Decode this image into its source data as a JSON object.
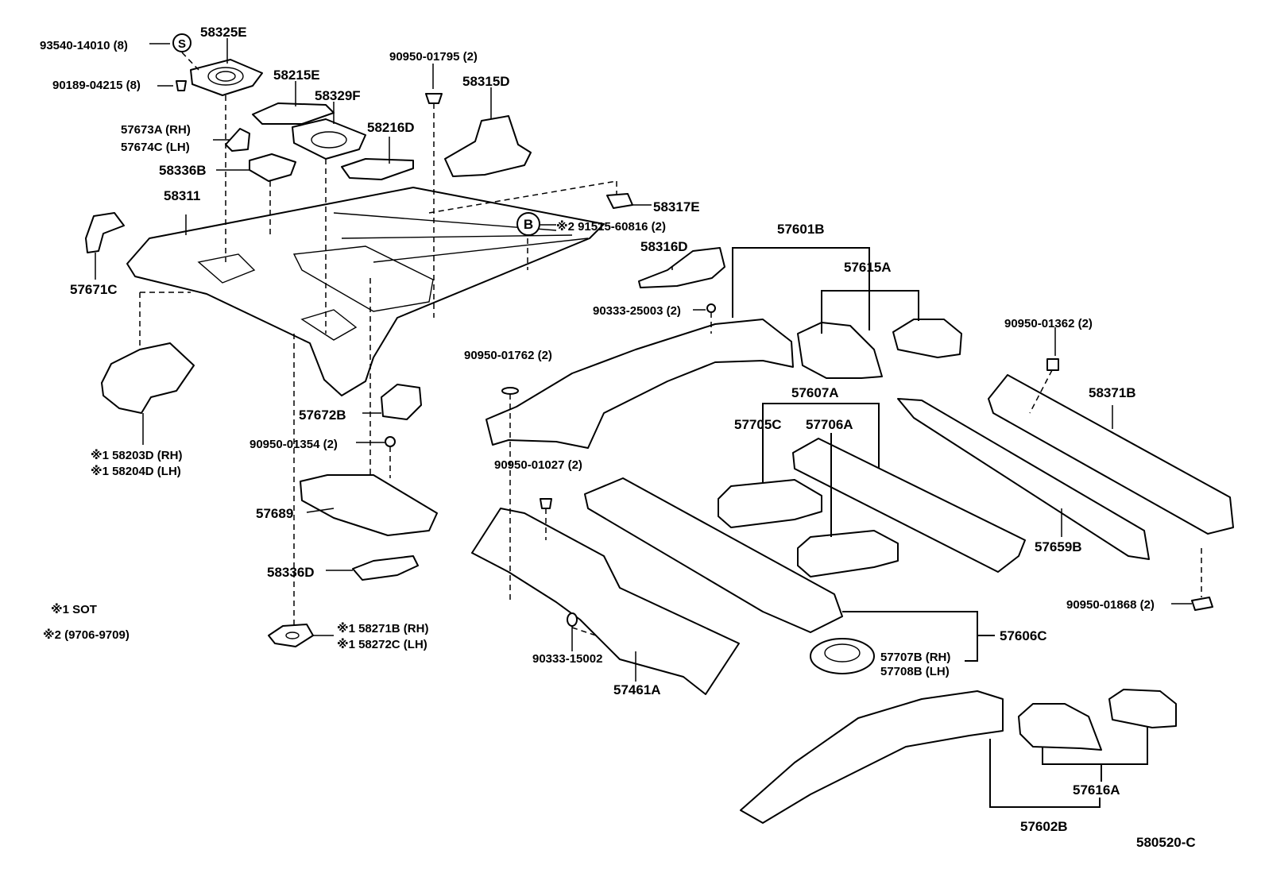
{
  "labels": {
    "p93540": "93540-14010 (8)",
    "p90189": "90189-04215 (8)",
    "s_circle": "S",
    "p58325E": "58325E",
    "p58215E": "58215E",
    "p58329F": "58329F",
    "p90950_01795": "90950-01795 (2)",
    "p58315D": "58315D",
    "p57673A": "57673A (RH)",
    "p57674C": "57674C (LH)",
    "p58216D": "58216D",
    "p58336B": "58336B",
    "p58317E": "58317E",
    "p58311": "58311",
    "b_circle": "B",
    "p91515": "※2 91515-60816 (2)",
    "p57601B": "57601B",
    "p58316D": "58316D",
    "p57615A": "57615A",
    "p57671C": "57671C",
    "p90333_25003": "90333-25003 (2)",
    "p90950_01362": "90950-01362 (2)",
    "p90950_01762": "90950-01762 (2)",
    "p58371B": "58371B",
    "p57607A": "57607A",
    "p57705C": "57705C",
    "p57706A": "57706A",
    "p57672B": "57672B",
    "p58203D": "※1  58203D (RH)",
    "p58204D": "※1  58204D (LH)",
    "p90950_01354": "90950-01354 (2)",
    "p90950_01027": "90950-01027 (2)",
    "p57689": "57689",
    "p57659B": "57659B",
    "p58336D": "58336D",
    "p90950_01868": "90950-01868 (2)",
    "note1": "※1 SOT",
    "note2": "※2  (9706-9709)",
    "p58271B": "※1  58271B (RH)",
    "p58272C": "※1  58272C (LH)",
    "p57606C": "57606C",
    "p57707B": "57707B (RH)",
    "p57708B": "57708B (LH)",
    "p90333_15002": "90333-15002",
    "p57461A": "57461A",
    "p57616A": "57616A",
    "p57602B": "57602B",
    "diagram_id": "580520-C"
  }
}
